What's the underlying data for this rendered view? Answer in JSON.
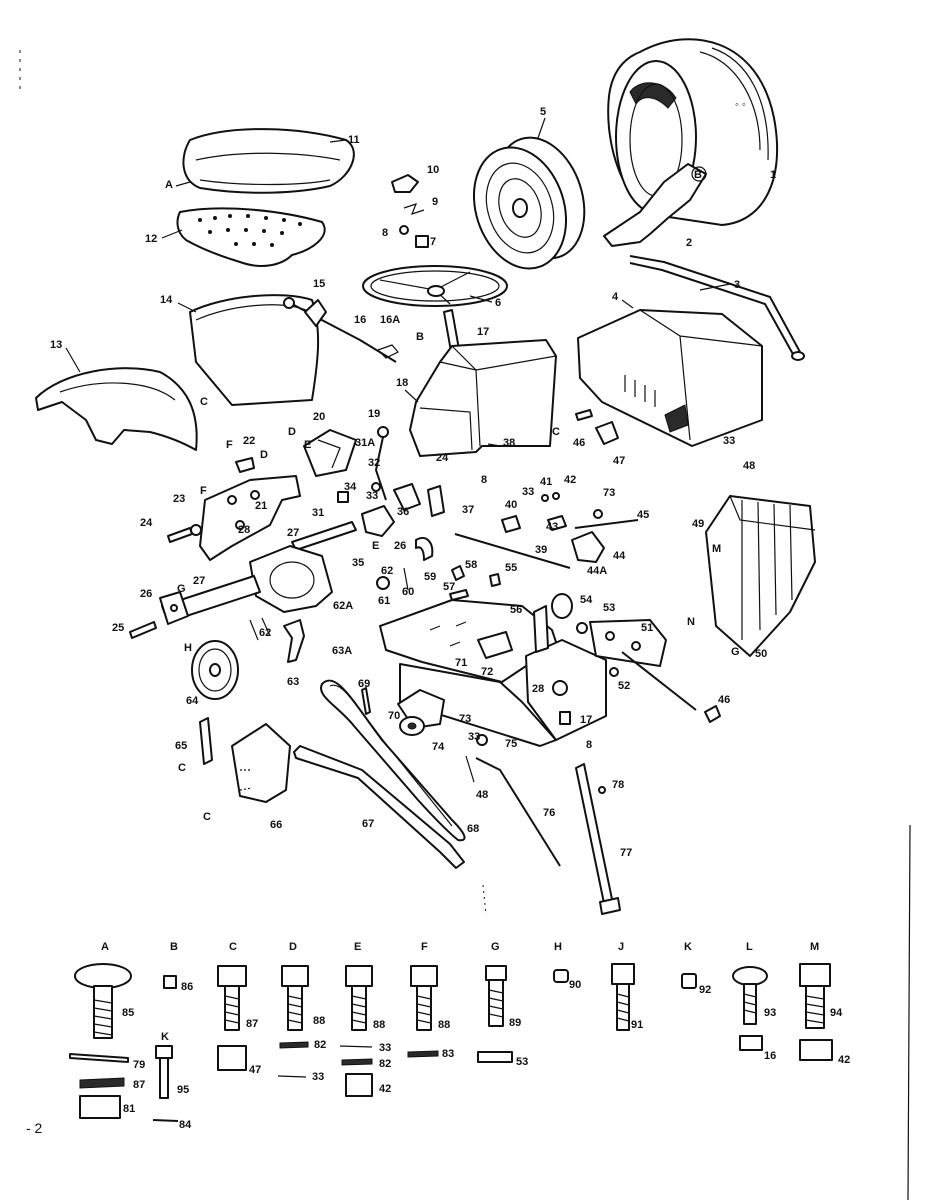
{
  "callouts": [
    "11",
    "A",
    "12",
    "10",
    "9",
    "8",
    "7",
    "5",
    "1",
    "B",
    "2",
    "3",
    "4",
    "6",
    "14",
    "15",
    "16",
    "16A",
    "17",
    "B",
    "13",
    "18",
    "C",
    "19",
    "20",
    "D",
    "E",
    "31A",
    "22",
    "F",
    "D",
    "32",
    "38",
    "C",
    "46",
    "47",
    "33",
    "48",
    "24",
    "8",
    "34",
    "33",
    "33",
    "41",
    "42",
    "73",
    "F",
    "23",
    "21",
    "31",
    "36",
    "37",
    "40",
    "43",
    "45",
    "49",
    "24",
    "28",
    "27",
    "E",
    "26",
    "39",
    "44",
    "M",
    "35",
    "62",
    "59",
    "58",
    "55",
    "44A",
    "27",
    "G",
    "60",
    "57",
    "26",
    "54",
    "61",
    "62A",
    "56",
    "53",
    "51",
    "25",
    "N",
    "62",
    "H",
    "63A",
    "G",
    "50",
    "71",
    "72",
    "63",
    "69",
    "28",
    "52",
    "64",
    "46",
    "70",
    "73",
    "17",
    "33",
    "75",
    "74",
    "8",
    "65",
    "C",
    "78",
    "48",
    "76",
    "C",
    "66",
    "67",
    "68",
    "77"
  ],
  "hardware": {
    "letters": [
      "A",
      "B",
      "C",
      "D",
      "E",
      "F",
      "G",
      "H",
      "J",
      "K",
      "L",
      "M",
      "K"
    ],
    "numbers": [
      "85",
      "86",
      "87",
      "88",
      "88",
      "88",
      "89",
      "90",
      "91",
      "92",
      "93",
      "94",
      "79",
      "87",
      "81",
      "95",
      "84",
      "47",
      "82",
      "33",
      "33",
      "82",
      "42",
      "83",
      "53",
      "16",
      "42"
    ]
  },
  "page_number": "- 2"
}
